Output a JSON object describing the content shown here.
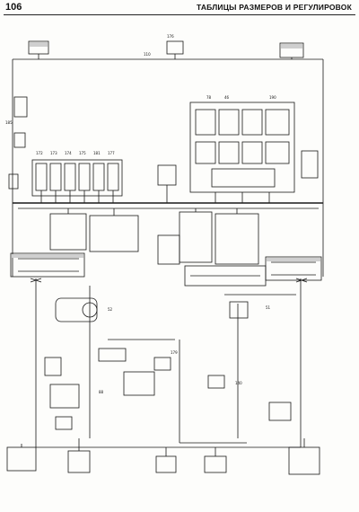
{
  "page": {
    "number": "106",
    "section_title": "ТАБЛИЦЫ РАЗМЕРОВ И РЕГУЛИРОВОК"
  },
  "palette": {
    "ink": "#1a1a1a",
    "paper": "#fdfdfb",
    "fill": "#cfcfcf"
  },
  "diagram": {
    "type": "automotive-wiring-schematic",
    "callouts": [
      "110",
      "176",
      "172",
      "173",
      "174",
      "175",
      "181",
      "177",
      "78",
      "46",
      "190",
      "185",
      "52",
      "51",
      "140",
      "179",
      "88"
    ]
  }
}
